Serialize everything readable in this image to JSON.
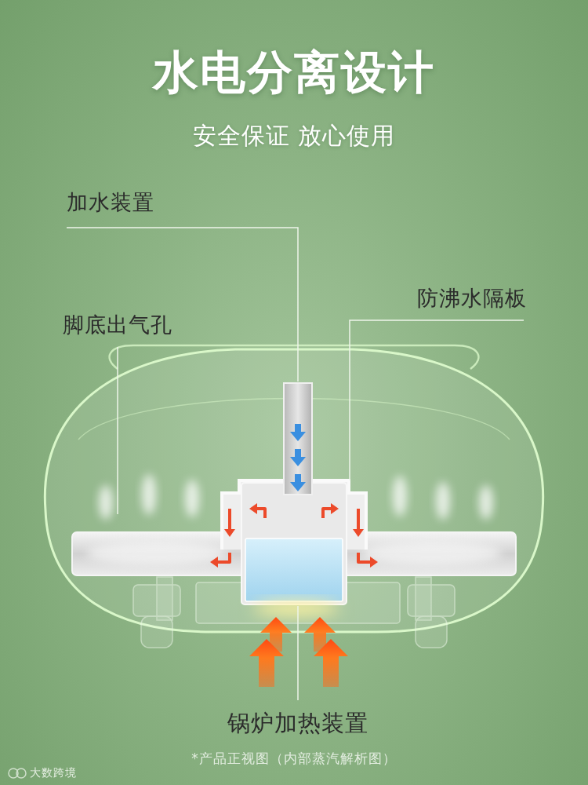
{
  "diagram": {
    "title": "水电分离设计",
    "caption": "*产品正视图（内部蒸汽解析图）",
    "labels": [
      "安全保证 放心使用",
      "加水装置",
      "防沸水隔板",
      "脚底出气孔",
      "锅炉加热装置",
      "大数跨境"
    ]
  }
}
